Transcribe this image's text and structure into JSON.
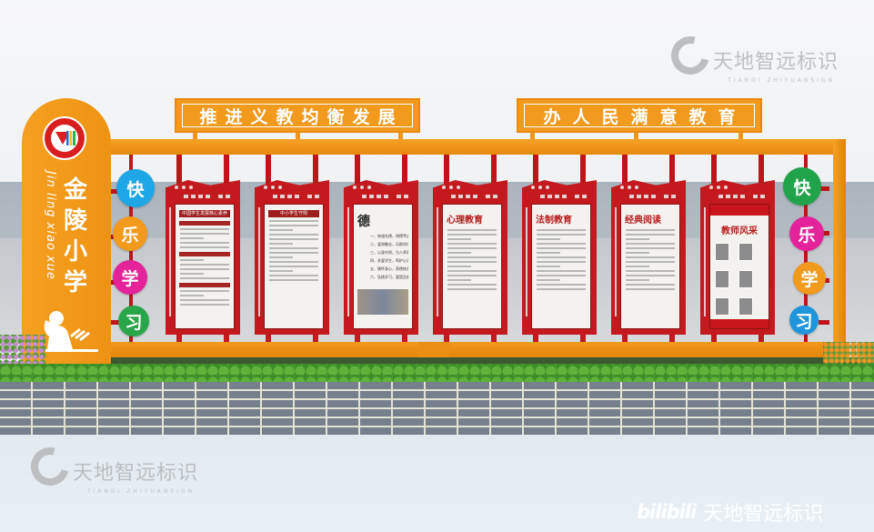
{
  "scene": {
    "description": "School campus outdoor bulletin board / culture display gallery rendering",
    "colors": {
      "frame_orange": "#f0961a",
      "panel_red": "#c41a1f",
      "wall_gray": "#b8c0c6",
      "hedge_green": "#4a9a2e"
    }
  },
  "tower": {
    "logo_ring_text": "金陵小学",
    "pinyin": "Jin ling xiao xue",
    "school_name": [
      "金",
      "陵",
      "小",
      "学"
    ]
  },
  "signboards": [
    {
      "text": "推进义教均衡发展"
    },
    {
      "text": "办人民满意教育"
    }
  ],
  "left_circles": [
    {
      "char": "快",
      "color": "#1fa6e6"
    },
    {
      "char": "乐",
      "color": "#f29a1e"
    },
    {
      "char": "学",
      "color": "#e4239a"
    },
    {
      "char": "习",
      "color": "#2aa64a"
    }
  ],
  "right_circles": [
    {
      "char": "快",
      "color": "#20a34a"
    },
    {
      "char": "乐",
      "color": "#e4239a"
    },
    {
      "char": "学",
      "color": "#f29a1e"
    },
    {
      "char": "习",
      "color": "#1f96dc"
    }
  ],
  "panels": [
    {
      "title": "中国学生发展核心素养",
      "type": "list"
    },
    {
      "title": "中小学生守则",
      "type": "list"
    },
    {
      "title": "德",
      "type": "virtue",
      "lines": [
        "一、修道先德，明德笃志。",
        "二、爱岗敬业，乐群尚行。",
        "三、以身作则，为人师表。",
        "四、关爱学生，呵护心灵。",
        "五、情怀身心，养德修身。",
        "六、弘扬学习，爱国至善。"
      ]
    },
    {
      "title": "心理教育",
      "type": "list"
    },
    {
      "title": "法制教育",
      "type": "list"
    },
    {
      "title": "经典阅读",
      "type": "list"
    },
    {
      "title": "教师风采",
      "type": "photos"
    }
  ],
  "watermarks": {
    "brand": "天地智远标识",
    "brand_sub": "TIANDI ZHIYUANSIGN",
    "bilibili_logo": "bilibili",
    "bilibili_name": "天地智远标识"
  }
}
